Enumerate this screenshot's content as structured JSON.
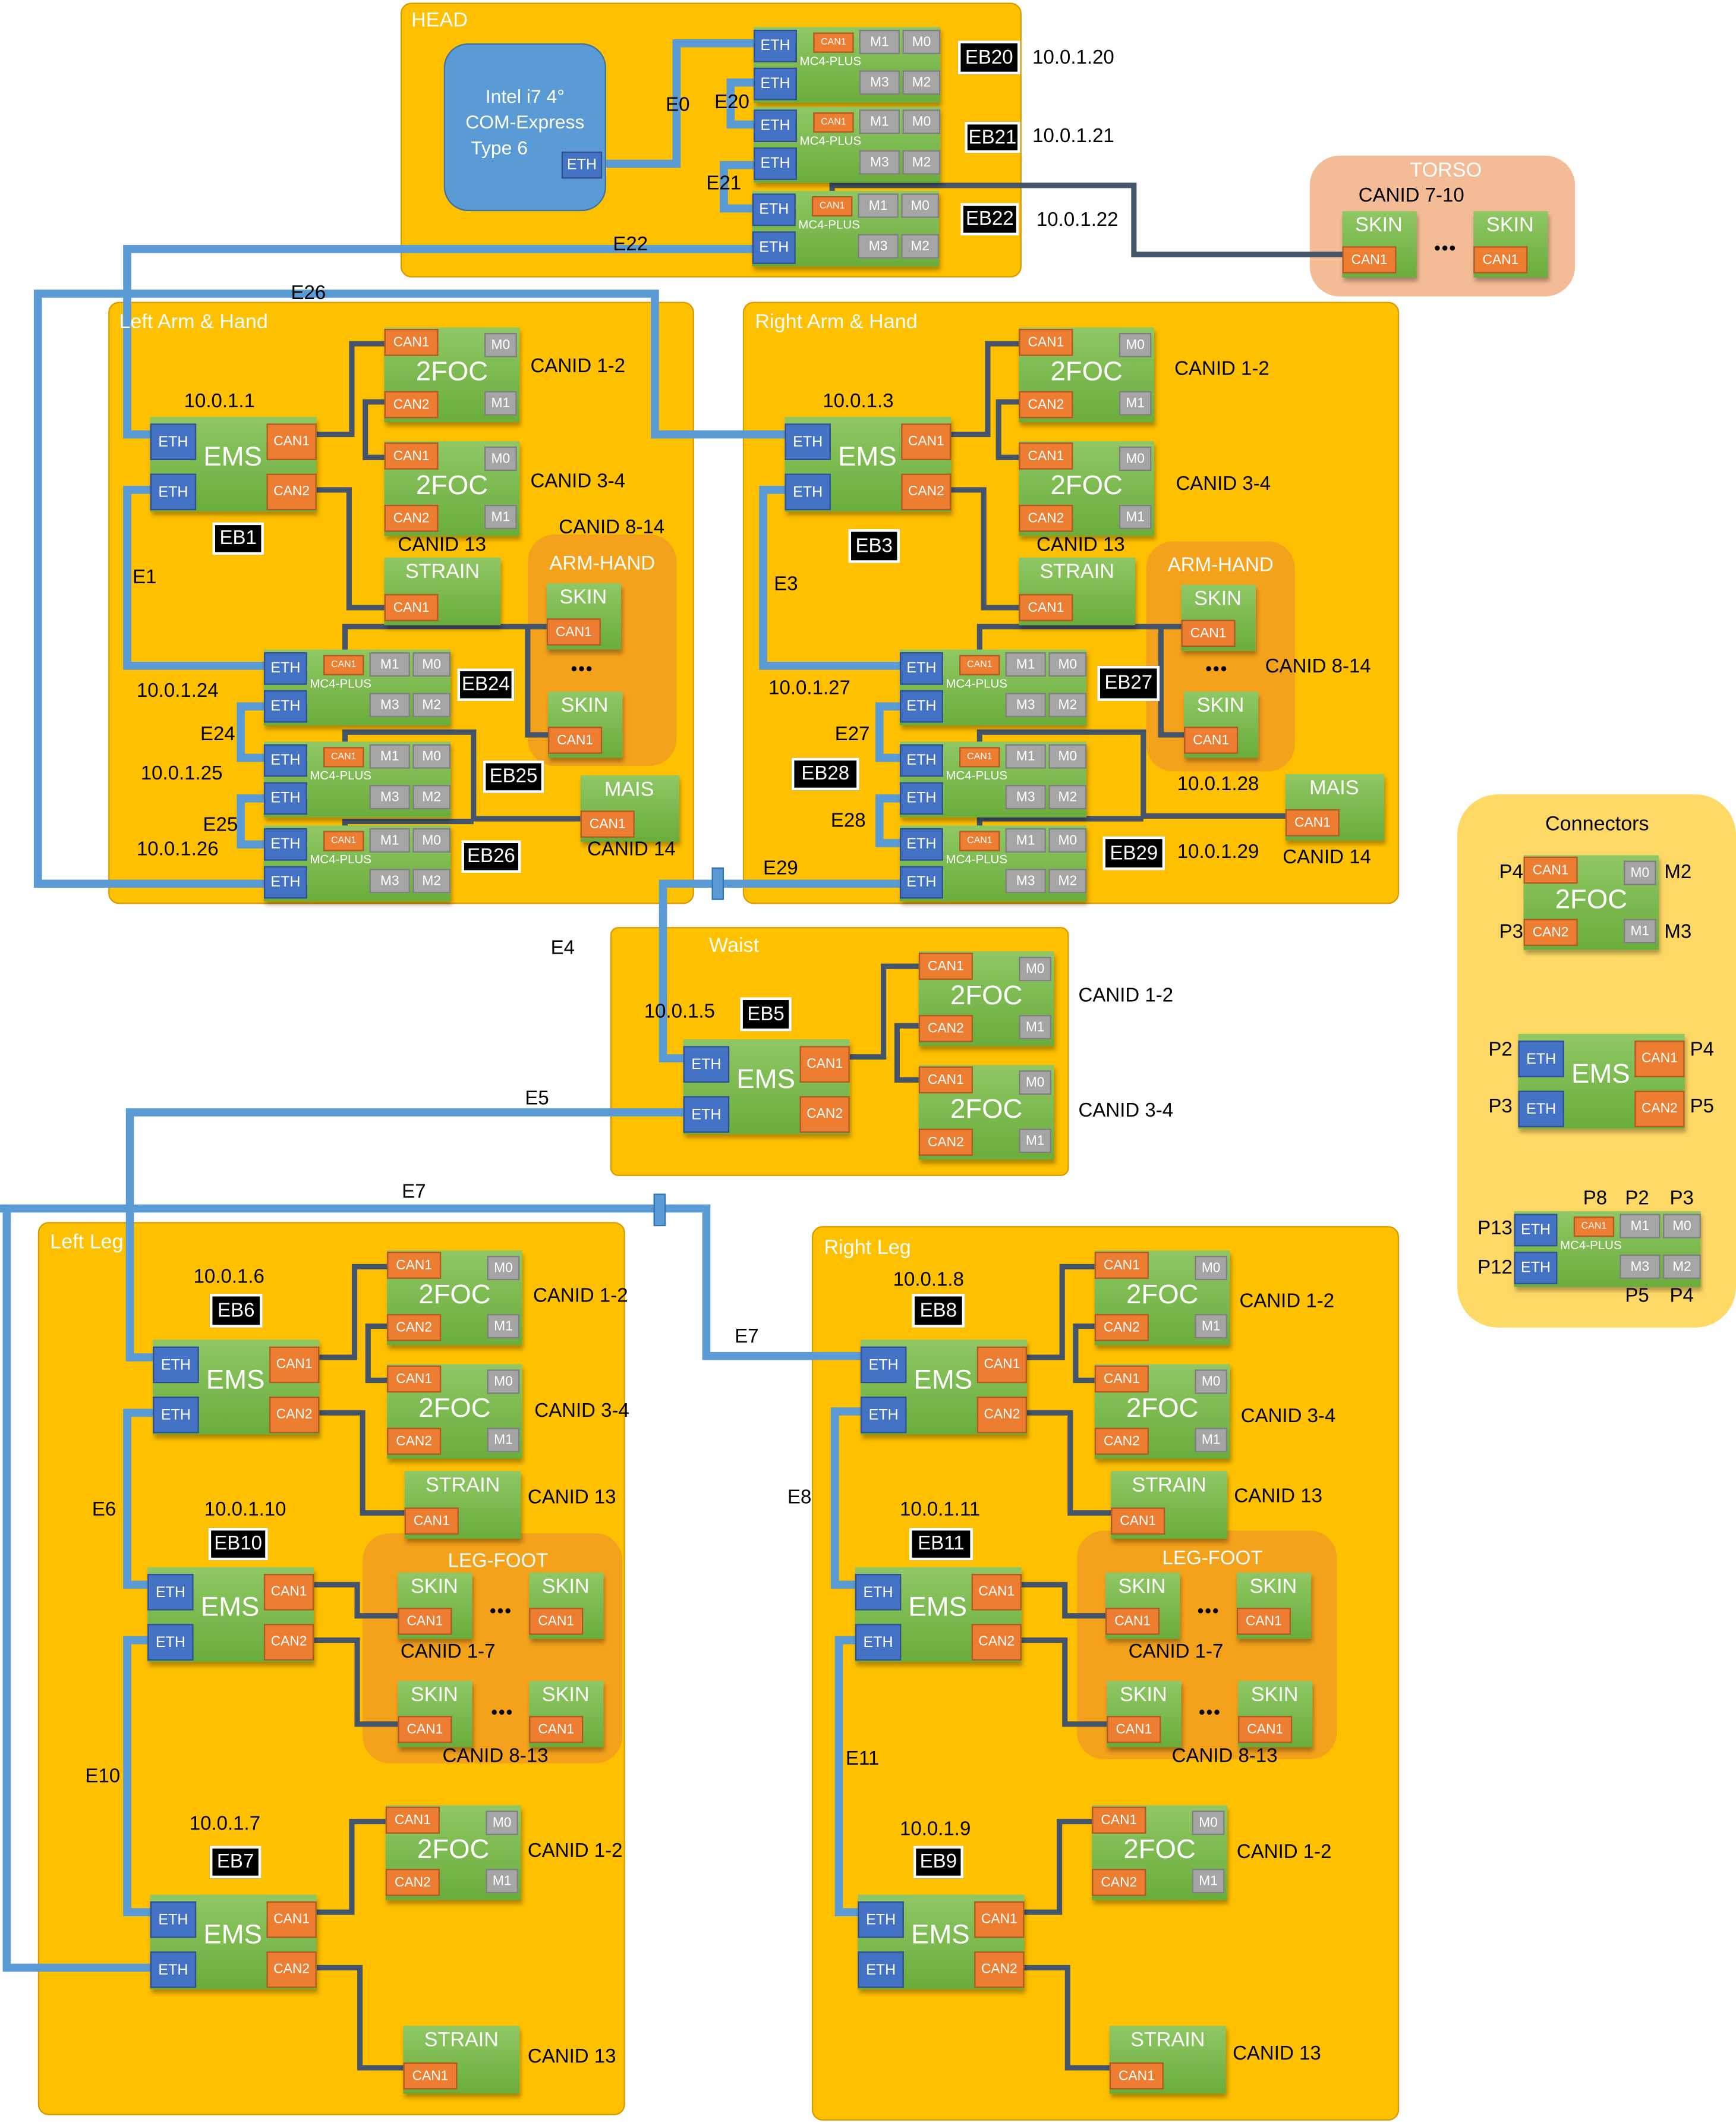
{
  "regions": [
    {
      "key": "head",
      "title": "HEAD"
    },
    {
      "key": "torso",
      "title": "TORSO"
    },
    {
      "key": "left_arm",
      "title": "Left Arm & Hand"
    },
    {
      "key": "right_arm",
      "title": "Right Arm & Hand"
    },
    {
      "key": "waist",
      "title": "Waist"
    },
    {
      "key": "left_leg",
      "title": "Left Leg"
    },
    {
      "key": "right_leg",
      "title": "Right Leg"
    },
    {
      "key": "connectors",
      "title": "Connectors"
    }
  ],
  "cpu": {
    "line1": "Intel i7 4°",
    "line2": "COM-Express",
    "line3": "Type 6",
    "eth": "ETH"
  },
  "component_labels": {
    "ems": {
      "title": "EMS",
      "eth": "ETH",
      "can1": "CAN1",
      "can2": "CAN2"
    },
    "foc": {
      "title": "2FOC",
      "can1": "CAN1",
      "can2": "CAN2",
      "m0": "M0",
      "m1": "M1"
    },
    "mc4": {
      "title": "MC4-PLUS",
      "eth": "ETH",
      "can1": "CAN1",
      "m0": "M0",
      "m1": "M1",
      "m2": "M2",
      "m3": "M3"
    },
    "strain": {
      "title": "STRAIN",
      "can1": "CAN1"
    },
    "skin": {
      "title": "SKIN",
      "can1": "CAN1"
    },
    "mais": {
      "title": "MAIS",
      "can1": "CAN1"
    }
  },
  "boards": [
    {
      "type": "ems"
    },
    {
      "type": "foc"
    },
    {
      "type": "foc"
    },
    {
      "type": "strain"
    },
    {
      "type": "skin"
    },
    {
      "type": "skin"
    },
    {
      "type": "mc4"
    },
    {
      "type": "mc4"
    },
    {
      "type": "mc4"
    },
    {
      "type": "mais"
    },
    {
      "type": "mc4"
    },
    {
      "type": "mc4"
    },
    {
      "type": "mc4"
    },
    {
      "type": "skin"
    },
    {
      "type": "skin"
    },
    {
      "type": "ems"
    },
    {
      "type": "foc"
    },
    {
      "type": "foc"
    },
    {
      "type": "strain"
    },
    {
      "type": "skin"
    },
    {
      "type": "skin"
    },
    {
      "type": "mc4"
    },
    {
      "type": "mc4"
    },
    {
      "type": "mc4"
    },
    {
      "type": "mais"
    },
    {
      "type": "ems"
    },
    {
      "type": "foc"
    },
    {
      "type": "foc"
    },
    {
      "type": "ems"
    },
    {
      "type": "foc"
    },
    {
      "type": "foc"
    },
    {
      "type": "strain"
    },
    {
      "type": "ems"
    },
    {
      "type": "skin"
    },
    {
      "type": "skin"
    },
    {
      "type": "skin"
    },
    {
      "type": "skin"
    },
    {
      "type": "ems"
    },
    {
      "type": "foc"
    },
    {
      "type": "strain"
    },
    {
      "type": "ems"
    },
    {
      "type": "foc"
    },
    {
      "type": "foc"
    },
    {
      "type": "strain"
    },
    {
      "type": "ems"
    },
    {
      "type": "skin"
    },
    {
      "type": "skin"
    },
    {
      "type": "skin"
    },
    {
      "type": "skin"
    },
    {
      "type": "ems"
    },
    {
      "type": "foc"
    },
    {
      "type": "strain"
    },
    {
      "type": "foc"
    },
    {
      "type": "ems"
    },
    {
      "type": "mc4"
    }
  ],
  "ellipsis": "•••",
  "annotations": [
    {
      "text": "E0",
      "kind": "link"
    },
    {
      "text": "E20",
      "kind": "link"
    },
    {
      "text": "E21",
      "kind": "link"
    },
    {
      "text": "E22",
      "kind": "link"
    },
    {
      "text": "EB20",
      "kind": "eb"
    },
    {
      "text": "10.0.1.20",
      "kind": "ip"
    },
    {
      "text": "EB21",
      "kind": "eb"
    },
    {
      "text": "10.0.1.21",
      "kind": "ip"
    },
    {
      "text": "EB22",
      "kind": "eb"
    },
    {
      "text": "10.0.1.22",
      "kind": "ip"
    },
    {
      "text": "CANID 7-10",
      "kind": "canid"
    },
    {
      "text": "E26",
      "kind": "link"
    },
    {
      "text": "10.0.1.1",
      "kind": "ip"
    },
    {
      "text": "EB1",
      "kind": "eb"
    },
    {
      "text": "CANID 1-2",
      "kind": "canid"
    },
    {
      "text": "CANID 3-4",
      "kind": "canid"
    },
    {
      "text": "CANID 13",
      "kind": "canid"
    },
    {
      "text": "CANID 8-14",
      "kind": "canid"
    },
    {
      "text": "ARM-HAND",
      "kind": "group"
    },
    {
      "text": "E1",
      "kind": "link"
    },
    {
      "text": "EB24",
      "kind": "eb"
    },
    {
      "text": "10.0.1.24",
      "kind": "ip"
    },
    {
      "text": "E24",
      "kind": "link"
    },
    {
      "text": "EB25",
      "kind": "eb"
    },
    {
      "text": "10.0.1.25",
      "kind": "ip"
    },
    {
      "text": "E25",
      "kind": "link"
    },
    {
      "text": "EB26",
      "kind": "eb"
    },
    {
      "text": "10.0.1.26",
      "kind": "ip"
    },
    {
      "text": "CANID 14",
      "kind": "canid"
    },
    {
      "text": "10.0.1.3",
      "kind": "ip"
    },
    {
      "text": "EB3",
      "kind": "eb"
    },
    {
      "text": "CANID 1-2",
      "kind": "canid"
    },
    {
      "text": "CANID 3-4",
      "kind": "canid"
    },
    {
      "text": "CANID 13",
      "kind": "canid"
    },
    {
      "text": "ARM-HAND",
      "kind": "group"
    },
    {
      "text": "CANID 8-14",
      "kind": "canid"
    },
    {
      "text": "E3",
      "kind": "link"
    },
    {
      "text": "EB27",
      "kind": "eb"
    },
    {
      "text": "10.0.1.27",
      "kind": "ip"
    },
    {
      "text": "E27",
      "kind": "link"
    },
    {
      "text": "EB28",
      "kind": "eb"
    },
    {
      "text": "E28",
      "kind": "link"
    },
    {
      "text": "10.0.1.28",
      "kind": "ip"
    },
    {
      "text": "EB29",
      "kind": "eb"
    },
    {
      "text": "10.0.1.29",
      "kind": "ip"
    },
    {
      "text": "CANID 14",
      "kind": "canid"
    },
    {
      "text": "E29",
      "kind": "link"
    },
    {
      "text": "E4",
      "kind": "link"
    },
    {
      "text": "10.0.1.5",
      "kind": "ip"
    },
    {
      "text": "EB5",
      "kind": "eb"
    },
    {
      "text": "CANID 1-2",
      "kind": "canid"
    },
    {
      "text": "CANID 3-4",
      "kind": "canid"
    },
    {
      "text": "E5",
      "kind": "link"
    },
    {
      "text": "E7",
      "kind": "link"
    },
    {
      "text": "E7",
      "kind": "link"
    },
    {
      "text": "10.0.1.6",
      "kind": "ip"
    },
    {
      "text": "EB6",
      "kind": "eb"
    },
    {
      "text": "CANID 1-2",
      "kind": "canid"
    },
    {
      "text": "CANID 3-4",
      "kind": "canid"
    },
    {
      "text": "CANID 13",
      "kind": "canid"
    },
    {
      "text": "E6",
      "kind": "link"
    },
    {
      "text": "10.0.1.10",
      "kind": "ip"
    },
    {
      "text": "EB10",
      "kind": "eb"
    },
    {
      "text": "LEG-FOOT",
      "kind": "group"
    },
    {
      "text": "CANID 1-7",
      "kind": "canid"
    },
    {
      "text": "CANID 8-13",
      "kind": "canid"
    },
    {
      "text": "E10",
      "kind": "link"
    },
    {
      "text": "10.0.1.7",
      "kind": "ip"
    },
    {
      "text": "EB7",
      "kind": "eb"
    },
    {
      "text": "CANID 1-2",
      "kind": "canid"
    },
    {
      "text": "CANID 13",
      "kind": "canid"
    },
    {
      "text": "10.0.1.8",
      "kind": "ip"
    },
    {
      "text": "EB8",
      "kind": "eb"
    },
    {
      "text": "CANID 1-2",
      "kind": "canid"
    },
    {
      "text": "CANID 3-4",
      "kind": "canid"
    },
    {
      "text": "CANID 13",
      "kind": "canid"
    },
    {
      "text": "E8",
      "kind": "link"
    },
    {
      "text": "10.0.1.11",
      "kind": "ip"
    },
    {
      "text": "EB11",
      "kind": "eb"
    },
    {
      "text": "LEG-FOOT",
      "kind": "group"
    },
    {
      "text": "CANID 1-7",
      "kind": "canid"
    },
    {
      "text": "CANID 8-13",
      "kind": "canid"
    },
    {
      "text": "E11",
      "kind": "link"
    },
    {
      "text": "10.0.1.9",
      "kind": "ip"
    },
    {
      "text": "EB9",
      "kind": "eb"
    },
    {
      "text": "CANID 1-2",
      "kind": "canid"
    },
    {
      "text": "CANID 13",
      "kind": "canid"
    },
    {
      "text": "P4",
      "kind": "pin"
    },
    {
      "text": "P3",
      "kind": "pin"
    },
    {
      "text": "M2",
      "kind": "pin"
    },
    {
      "text": "M3",
      "kind": "pin"
    },
    {
      "text": "P2",
      "kind": "pin"
    },
    {
      "text": "P3",
      "kind": "pin"
    },
    {
      "text": "P4",
      "kind": "pin"
    },
    {
      "text": "P5",
      "kind": "pin"
    },
    {
      "text": "P8",
      "kind": "pin"
    },
    {
      "text": "P2",
      "kind": "pin"
    },
    {
      "text": "P3",
      "kind": "pin"
    },
    {
      "text": "P13",
      "kind": "pin"
    },
    {
      "text": "P12",
      "kind": "pin"
    },
    {
      "text": "P5",
      "kind": "pin"
    },
    {
      "text": "P4",
      "kind": "pin"
    }
  ],
  "colors": {
    "region": "#ffc000",
    "subgroup": "#f4a11c",
    "torso": "#f4bc96",
    "connectors": "#ffd966",
    "ethernet_wire": "#5b9bd5",
    "can_wire": "#44546a",
    "eth_port": "#4472c4",
    "can_port": "#ed7d31",
    "motor_port": "#a5a5a5",
    "board": "#70ad47"
  }
}
